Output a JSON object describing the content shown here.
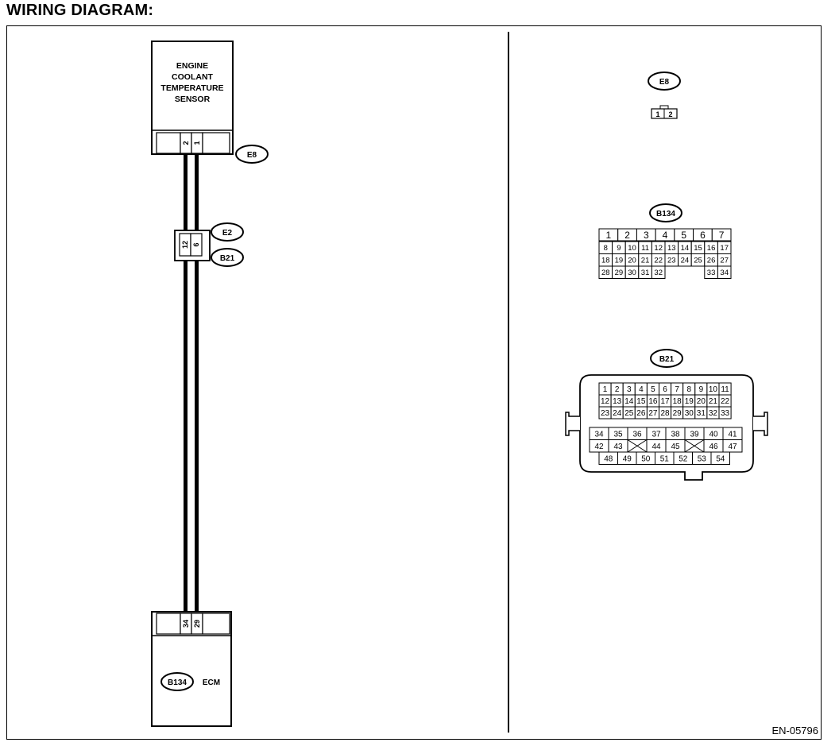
{
  "title": "WIRING DIAGRAM:",
  "doc_code": "EN-05796",
  "sensor": {
    "name_lines": [
      "ENGINE",
      "COOLANT",
      "TEMPERATURE",
      "SENSOR"
    ],
    "connector": "E8",
    "pins": [
      "2",
      "1"
    ]
  },
  "joint": {
    "connector_upper": "E2",
    "connector_lower": "B21",
    "pins": [
      "12",
      "6"
    ]
  },
  "ecm": {
    "connector": "B134",
    "name": "ECM",
    "pins": [
      "34",
      "29"
    ]
  },
  "connector_views": {
    "e8": {
      "label": "E8",
      "pins": [
        "1",
        "2"
      ]
    },
    "b134": {
      "label": "B134",
      "rows": [
        [
          "1",
          "2",
          "3",
          "4",
          "5",
          "6",
          "7"
        ],
        [
          "8",
          "9",
          "10",
          "11",
          "12",
          "13",
          "14",
          "15",
          "16",
          "17"
        ],
        [
          "18",
          "19",
          "20",
          "21",
          "22",
          "23",
          "24",
          "25",
          "26",
          "27"
        ],
        [
          "28",
          "29",
          "30",
          "31",
          "32",
          "33",
          "34"
        ]
      ]
    },
    "b21": {
      "label": "B21",
      "rows": [
        [
          "1",
          "2",
          "3",
          "4",
          "5",
          "6",
          "7",
          "8",
          "9",
          "10",
          "11"
        ],
        [
          "12",
          "13",
          "14",
          "15",
          "16",
          "17",
          "18",
          "19",
          "20",
          "21",
          "22"
        ],
        [
          "23",
          "24",
          "25",
          "26",
          "27",
          "28",
          "29",
          "30",
          "31",
          "32",
          "33"
        ],
        [
          "34",
          "35",
          "36",
          "37",
          "38",
          "39",
          "40",
          "41"
        ],
        [
          "42",
          "43",
          "44",
          "45",
          "46",
          "47"
        ],
        [
          "48",
          "49",
          "50",
          "51",
          "52",
          "53",
          "54"
        ]
      ]
    }
  }
}
